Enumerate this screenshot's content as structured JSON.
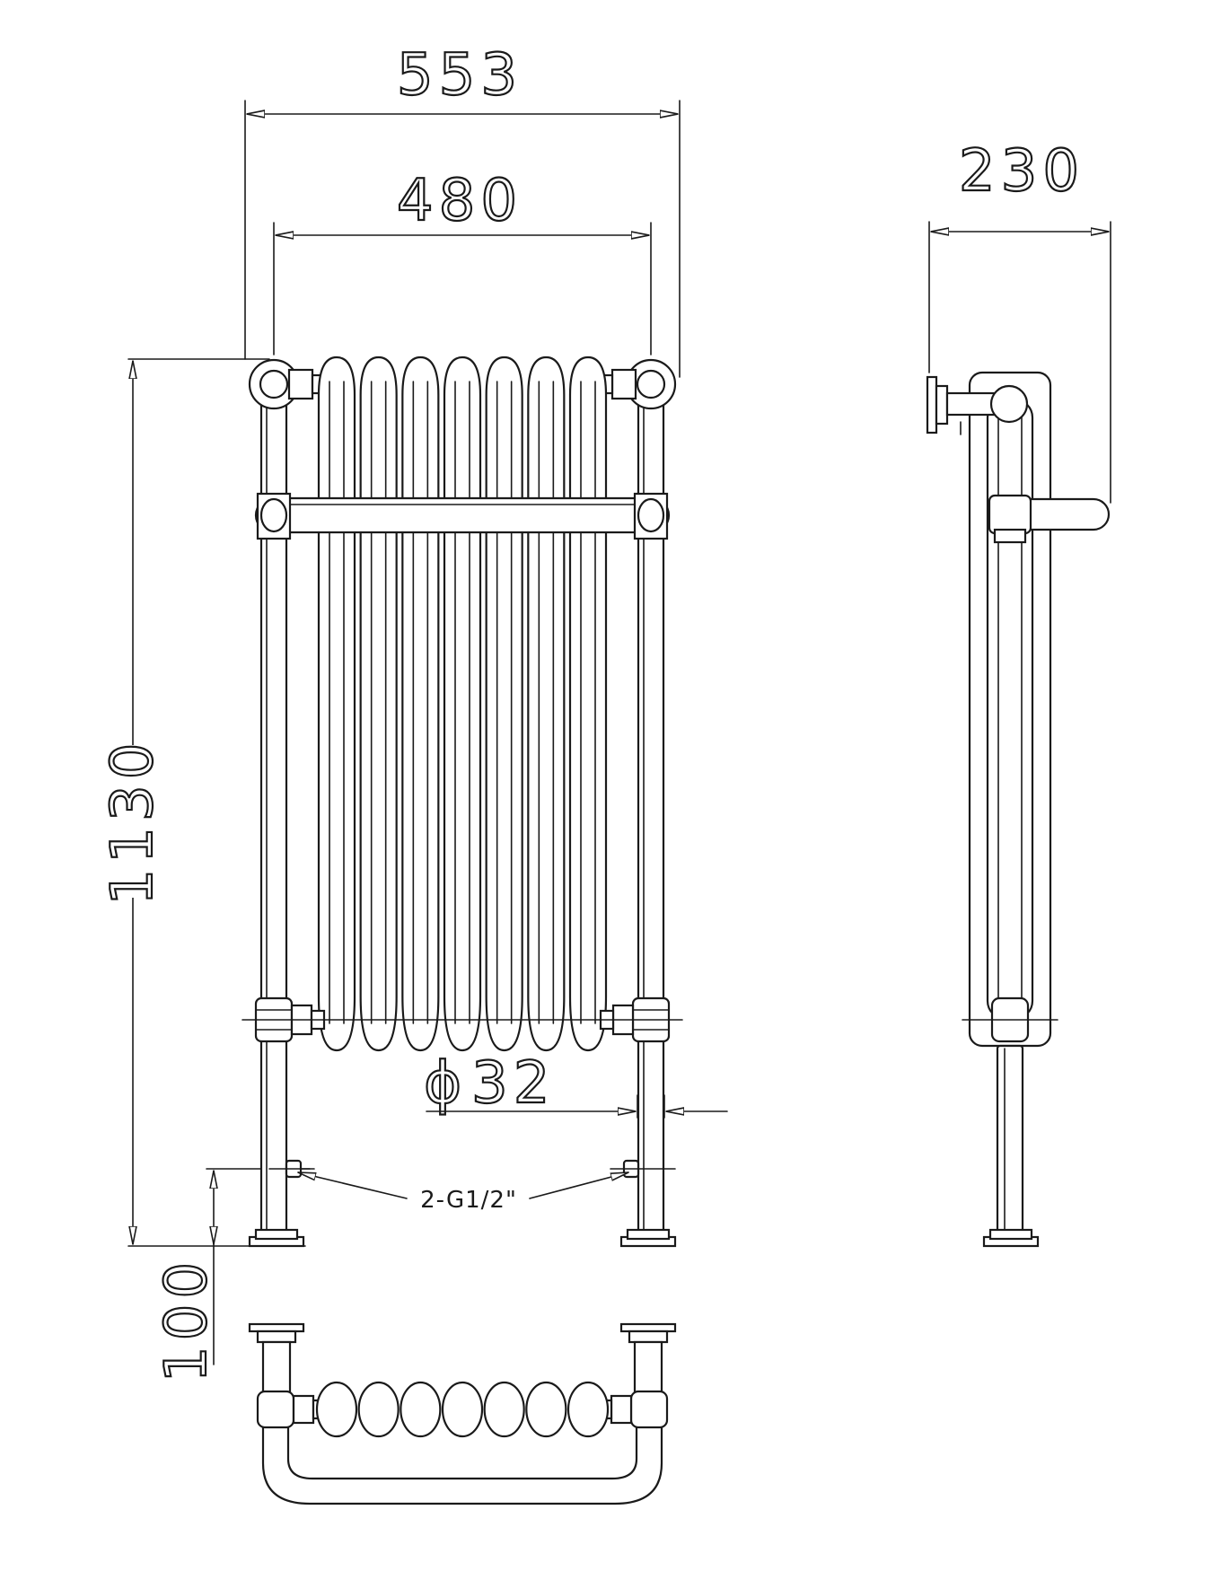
{
  "dimensions": {
    "overall_width": "553",
    "pipe_centres": "480",
    "depth": "230",
    "height": "1130",
    "floor_to_valve": "100",
    "pipe_diameter": "32",
    "pipe_diameter_symbol": "ϕ",
    "connections": "2-G1/2\""
  },
  "icons": {
    "diameter": "diameter-symbol-icon"
  }
}
